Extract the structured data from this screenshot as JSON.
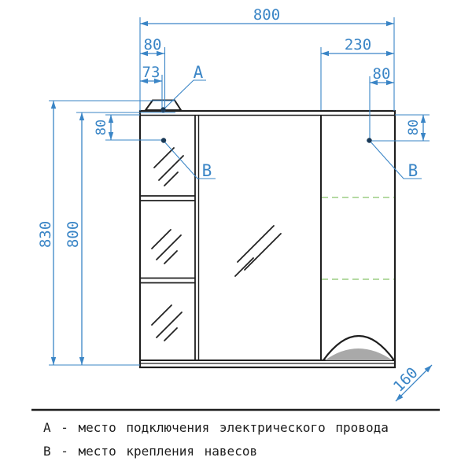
{
  "drawing": {
    "dimensions": {
      "width_top": "800",
      "left_inset_hinge": "80",
      "left_inset_wire": "73",
      "right_inset": "230",
      "right_inset_hinge": "80",
      "height_total": "830",
      "height_body": "800",
      "hinge_drop_left": "80",
      "hinge_drop_right": "80",
      "depth": "160"
    },
    "point_labels": {
      "a": "А",
      "b": "В"
    },
    "legend": {
      "a": "А - место подключения электрического провода",
      "b": "В - место крепления навесов"
    },
    "colors": {
      "dimension_blue": "#3a85c6",
      "outline_black": "#1f1f1f",
      "shelf_dashed_green": "#9ccd84",
      "curve_fill_gray": "#a9a9a9"
    }
  }
}
